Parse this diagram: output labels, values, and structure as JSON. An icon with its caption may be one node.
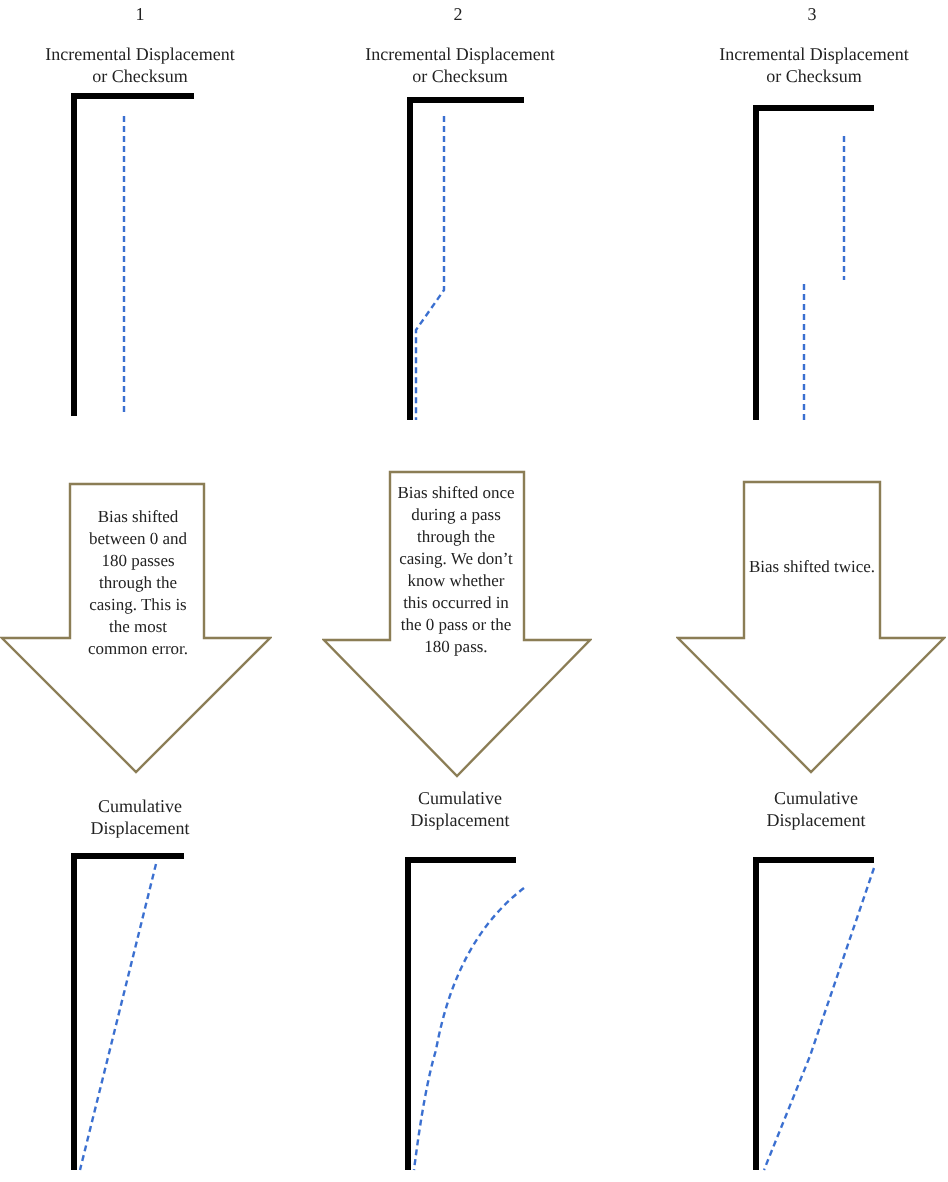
{
  "diagram": {
    "nodes": [
      {
        "text": [
          "Bias shifted between 0 and 180 passes through the casing. This is the most common error."
        ]
      },
      {
        "text": [
          "Bias shifted once during a pass through the casing. We don’t know whether this occurred in the 0 pass or the 180 pass."
        ]
      },
      {
        "text": [
          "Bias shifted twice."
        ]
      }
    ],
    "labels": [
      "1",
      "2",
      "3",
      "Incremental Displacement or Checksum",
      "Incremental Displacement or Checksum",
      "Incremental Displacement or Checksum",
      "Cumulative Displacement",
      "Cumulative Displacement",
      "Cumulative Displacement"
    ]
  }
}
